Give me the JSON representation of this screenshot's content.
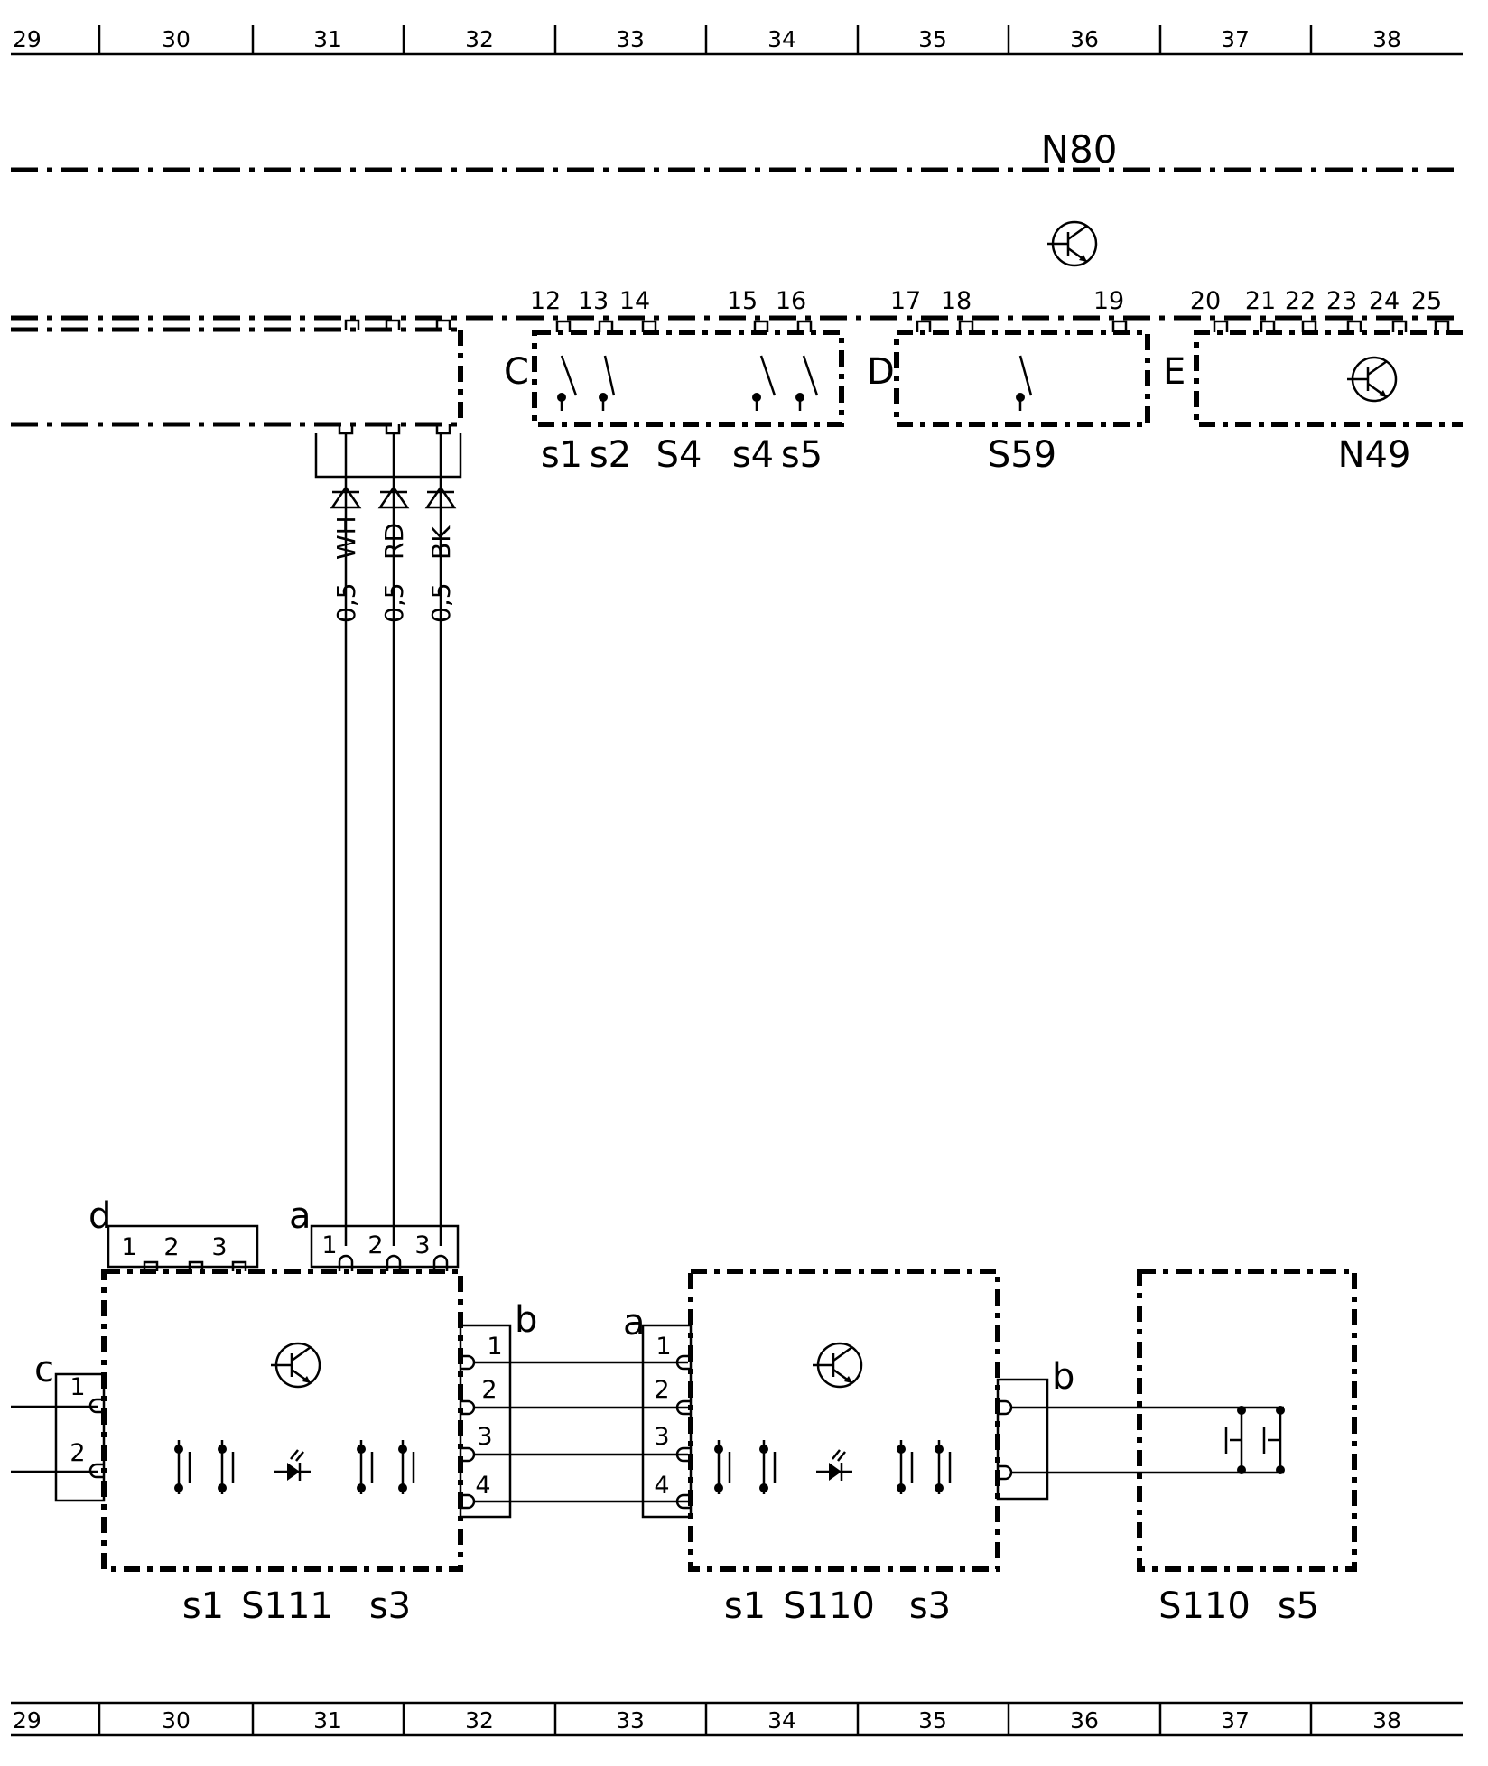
{
  "grid": {
    "top": [
      "29",
      "30",
      "31",
      "32",
      "33",
      "34",
      "35",
      "36",
      "37",
      "38"
    ],
    "bottom": [
      "29",
      "30",
      "31",
      "32",
      "33",
      "34",
      "35",
      "36",
      "37",
      "38"
    ]
  },
  "n80": {
    "label": "N80"
  },
  "connectors": {
    "c": "C",
    "d": "D",
    "e": "E",
    "pins_c": [
      "12",
      "13",
      "14",
      "15",
      "16"
    ],
    "pins_d": [
      "17",
      "18",
      "19"
    ],
    "pins_e": [
      "20",
      "21",
      "22",
      "23",
      "24",
      "25"
    ]
  },
  "s4": {
    "label": "S4",
    "s1": "s1",
    "s2": "s2",
    "s4": "s4",
    "s5": "s5"
  },
  "s59": {
    "label": "S59"
  },
  "n49": {
    "label": "N49"
  },
  "wires": [
    {
      "size": "0,5",
      "color": "WH"
    },
    {
      "size": "0,5",
      "color": "RD"
    },
    {
      "size": "0,5",
      "color": "BK"
    }
  ],
  "s111": {
    "label": "S111",
    "s1": "s1",
    "s3": "s3",
    "conn_d": "d",
    "conn_a": "a",
    "conn_b": "b",
    "conn_c": "c",
    "pins_d": [
      "1",
      "2",
      "3"
    ],
    "pins_a": [
      "1",
      "2",
      "3"
    ],
    "pins_b": [
      "1",
      "2",
      "3",
      "4"
    ],
    "pins_c": [
      "1",
      "2"
    ]
  },
  "s110": {
    "label": "S110",
    "s1": "s1",
    "s3": "s3",
    "conn_a": "a",
    "conn_b": "b",
    "pins_a": [
      "1",
      "2",
      "3",
      "4"
    ]
  },
  "s110s5": {
    "label": "S110",
    "s5": "s5"
  }
}
